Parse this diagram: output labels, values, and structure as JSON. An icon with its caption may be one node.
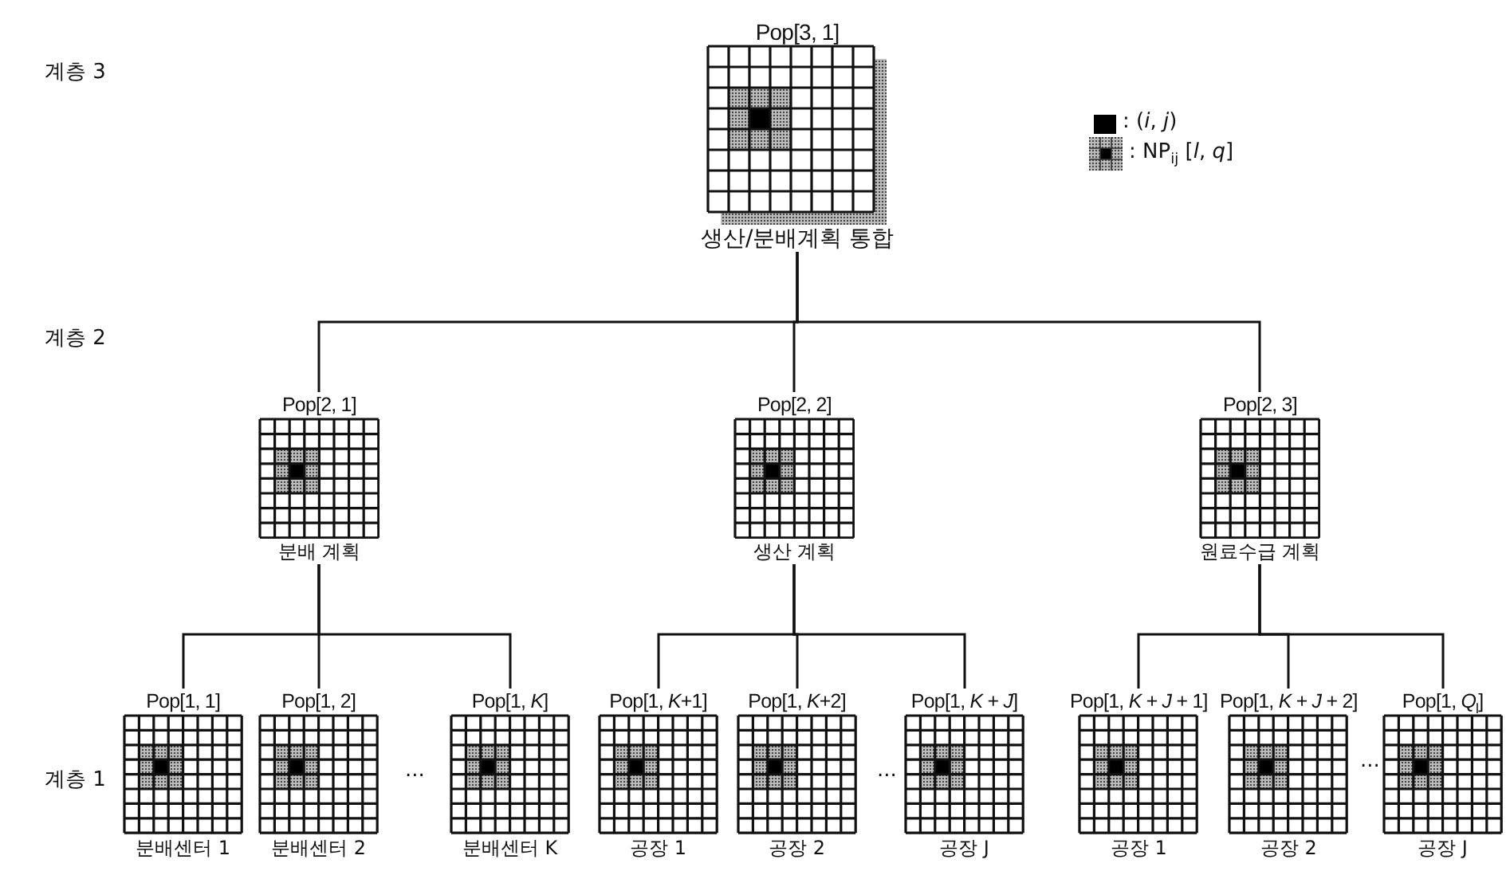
{
  "diagram": {
    "nodes": [
      {
        "text": [
          "Pop[3, 1]",
          "생산/분배계획 통합"
        ]
      },
      {
        "text": [
          "Pop[2, 1]",
          "분배 계획"
        ]
      },
      {
        "text": [
          "Pop[2, 2]",
          "생산 계획"
        ]
      },
      {
        "text": [
          "Pop[2, 3]",
          "원료수급 계획"
        ]
      },
      {
        "text": [
          "Pop[1, 1]",
          "분배센터 1"
        ]
      },
      {
        "text": [
          "Pop[1, 2]",
          "분배센터 2"
        ]
      },
      {
        "text": [
          "Pop[1, *K*]",
          "분배센터 K"
        ]
      },
      {
        "text": [
          "Pop[1, *K*+1]",
          "공장 1"
        ]
      },
      {
        "text": [
          "Pop[1, *K*+2]",
          "공장 2"
        ]
      },
      {
        "text": [
          "Pop[1, *K* + *J*]",
          "공장 J"
        ]
      },
      {
        "text": [
          "Pop[1, *K* + *J* + 1]",
          "공장 1"
        ]
      },
      {
        "text": [
          "Pop[1, *K* + *J* + 2]",
          "공장 2"
        ]
      },
      {
        "text": [
          "Pop[1, *Q*$_{l}$]",
          "공장 J"
        ]
      }
    ],
    "edges": [
      {
        "from": 0,
        "to": 1,
        "arrow": "none"
      },
      {
        "from": 0,
        "to": 2,
        "arrow": "none"
      },
      {
        "from": 0,
        "to": 3,
        "arrow": "none"
      },
      {
        "from": 1,
        "to": 4,
        "arrow": "none"
      },
      {
        "from": 1,
        "to": 5,
        "arrow": "none"
      },
      {
        "from": 1,
        "to": 6,
        "arrow": "none"
      },
      {
        "from": 2,
        "to": 7,
        "arrow": "none"
      },
      {
        "from": 2,
        "to": 8,
        "arrow": "none"
      },
      {
        "from": 2,
        "to": 9,
        "arrow": "none"
      },
      {
        "from": 3,
        "to": 10,
        "arrow": "none"
      },
      {
        "from": 3,
        "to": 11,
        "arrow": "none"
      },
      {
        "from": 3,
        "to": 12,
        "arrow": "none"
      }
    ],
    "labels": [
      "계층 3",
      "계층 2",
      "계층 1",
      "...",
      "...",
      "..."
    ],
    "legend": [
      {
        "text": ": (*i*, *j*)",
        "color": "#000000"
      },
      {
        "text": ": NP$_{ij}$ [*l*, *q*]"
      }
    ]
  }
}
